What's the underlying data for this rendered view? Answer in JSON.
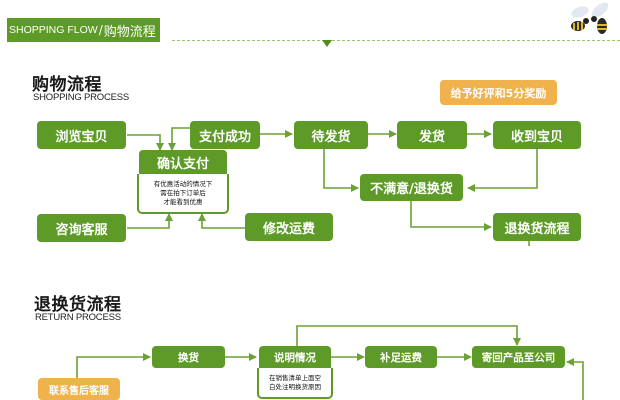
{
  "banner": {
    "title_en": "SHOPPING FLOW",
    "separator": "/",
    "title_cn": "购物流程"
  },
  "decoration": {
    "icon": "bees-icon"
  },
  "colors": {
    "primary_green": "#5d9a27",
    "accent_orange": "#f0b24d",
    "line_green": "#6aa233"
  },
  "shopping": {
    "title_cn": "购物流程",
    "title_en": "SHOPPING PROCESS",
    "reward_badge": "给予好评和5分奖励",
    "steps": {
      "browse": "浏览宝贝",
      "pay_success": "支付成功",
      "awaiting_shipment": "待发货",
      "shipped": "发货",
      "received": "收到宝贝",
      "confirm_payment": "确认支付",
      "consult_service": "咨询客服",
      "modify_shipping": "修改运费",
      "dissatisfied_return": "不满意/退换货",
      "return_process": "退换货流程"
    },
    "confirm_note": [
      "有优惠活动的情况下",
      "需在拍下订单后",
      "才能看到优惠"
    ]
  },
  "returns": {
    "title_cn": "退换货流程",
    "title_en": "RETURN PROCESS",
    "steps": {
      "contact_after_sales": "联系售后客服",
      "exchange": "换货",
      "explain_situation": "说明情况",
      "pay_extra_shipping": "补足运费",
      "send_back": "寄回产品至公司"
    },
    "explain_note": [
      "在销售清单上面空",
      "白处注明换货原因"
    ]
  }
}
